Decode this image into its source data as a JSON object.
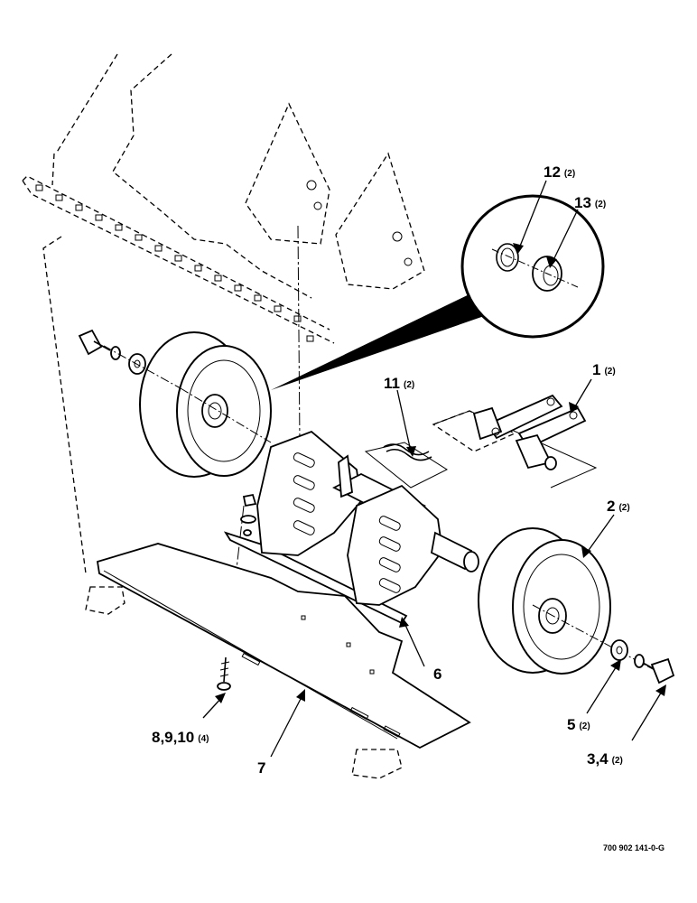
{
  "callouts": [
    {
      "id": "c1",
      "number": "1",
      "qty": "(2)"
    },
    {
      "id": "c2",
      "number": "2",
      "qty": "(2)"
    },
    {
      "id": "c34",
      "number": "3,4",
      "qty": "(2)"
    },
    {
      "id": "c5",
      "number": "5",
      "qty": "(2)"
    },
    {
      "id": "c6",
      "number": "6",
      "qty": ""
    },
    {
      "id": "c7",
      "number": "7",
      "qty": ""
    },
    {
      "id": "c810",
      "number": "8,9,10",
      "qty": "(4)"
    },
    {
      "id": "c11",
      "number": "11",
      "qty": "(2)"
    },
    {
      "id": "c12",
      "number": "12",
      "qty": "(2)"
    },
    {
      "id": "c13",
      "number": "13",
      "qty": "(2)"
    }
  ],
  "drawing_number": "700 902 141-0-G"
}
